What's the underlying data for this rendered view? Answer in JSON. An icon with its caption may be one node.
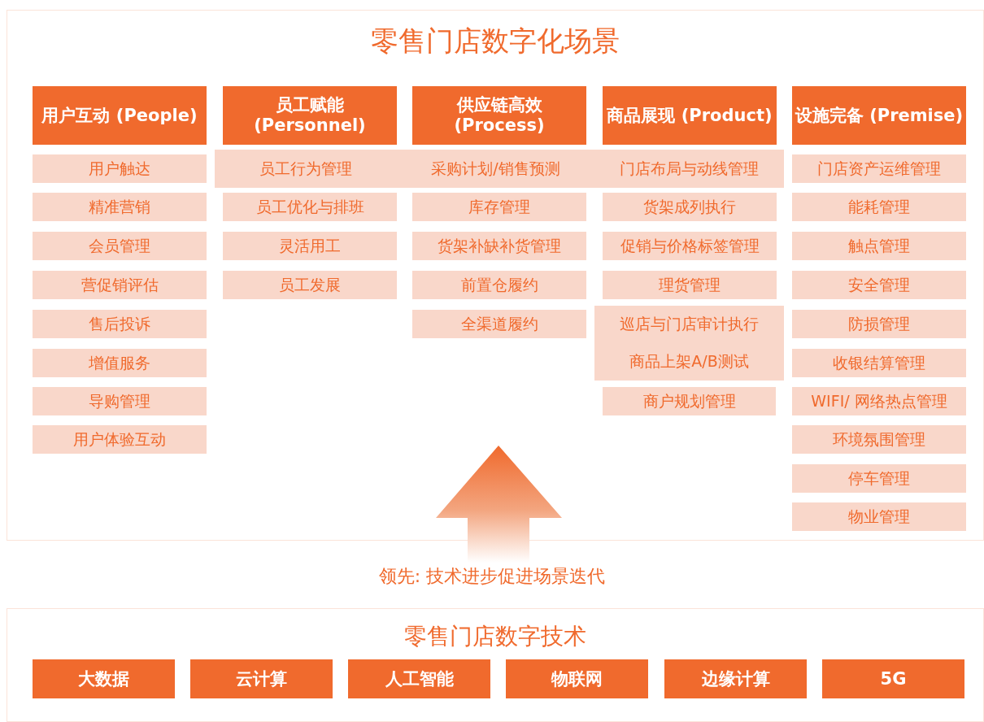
{
  "diagram": {
    "nodes": [
      {
        "text": [
          "零售门店数字化场景"
        ]
      },
      {
        "text": [
          "用户互动 (People)"
        ],
        "in": 0
      },
      {
        "text": [
          "员工赋能 (Personnel)"
        ],
        "in": 0
      },
      {
        "text": [
          "供应链高效 (Process)"
        ],
        "in": 0
      },
      {
        "text": [
          "商品展现 (Product)"
        ],
        "in": 0
      },
      {
        "text": [
          "设施完备 (Premise)"
        ],
        "in": 0
      },
      {
        "text": [
          "用户触达"
        ],
        "in": 0
      },
      {
        "text": [
          "员工行为管理"
        ],
        "in": 0
      },
      {
        "text": [
          "采购计划/销售预测"
        ],
        "in": 0
      },
      {
        "text": [
          "门店布局与动线管理"
        ],
        "in": 0
      },
      {
        "text": [
          "门店资产运维管理"
        ],
        "in": 0
      },
      {
        "text": [
          "精准营销"
        ],
        "in": 0
      },
      {
        "text": [
          "员工优化与排班"
        ],
        "in": 0
      },
      {
        "text": [
          "库存管理"
        ],
        "in": 0
      },
      {
        "text": [
          "货架成列执行"
        ],
        "in": 0
      },
      {
        "text": [
          "能耗管理"
        ],
        "in": 0
      },
      {
        "text": [
          "会员管理"
        ],
        "in": 0
      },
      {
        "text": [
          "灵活用工"
        ],
        "in": 0
      },
      {
        "text": [
          "货架补缺补货管理"
        ],
        "in": 0
      },
      {
        "text": [
          "促销与价格标签管理"
        ],
        "in": 0
      },
      {
        "text": [
          "触点管理"
        ],
        "in": 0
      },
      {
        "text": [
          "营促销评估"
        ],
        "in": 0
      },
      {
        "text": [
          "员工发展"
        ],
        "in": 0
      },
      {
        "text": [
          "前置仓履约"
        ],
        "in": 0
      },
      {
        "text": [
          "理货管理"
        ],
        "in": 0
      },
      {
        "text": [
          "安全管理"
        ],
        "in": 0
      },
      {
        "text": [
          "售后投诉"
        ],
        "in": 0
      },
      {
        "text": [
          "全渠道履约"
        ],
        "in": 0
      },
      {
        "text": [
          "巡店与门店审计执行",
          "商品上架A/B测试"
        ],
        "in": 0
      },
      {
        "text": [
          "防损管理"
        ],
        "in": 0
      },
      {
        "text": [
          "增值服务"
        ],
        "in": 0
      },
      {
        "text": [
          "收银结算管理"
        ],
        "in": 0
      },
      {
        "text": [
          "导购管理"
        ],
        "in": 0
      },
      {
        "text": [
          "商户规划管理"
        ],
        "in": 0
      },
      {
        "text": [
          "WIFI/ 网络热点管理"
        ],
        "in": 0
      },
      {
        "text": [
          "用户体验互动"
        ],
        "in": 0
      },
      {
        "text": [
          "环境氛围管理"
        ],
        "in": 0
      },
      {
        "text": [
          "停车管理"
        ],
        "in": 0
      },
      {
        "text": [
          "物业管理"
        ],
        "in": 0
      },
      {
        "text": [
          "零售门店数字技术"
        ]
      },
      {
        "text": [
          "大数据"
        ],
        "in": 39
      },
      {
        "text": [
          "云计算"
        ],
        "in": 39
      },
      {
        "text": [
          "人工智能"
        ],
        "in": 39
      },
      {
        "text": [
          "物联网"
        ],
        "in": 39
      },
      {
        "text": [
          "边缘计算"
        ],
        "in": 39
      },
      {
        "text": [
          "5G"
        ],
        "in": 39
      }
    ],
    "labels": [
      "领先: 技术进步促进场景迭代"
    ]
  }
}
